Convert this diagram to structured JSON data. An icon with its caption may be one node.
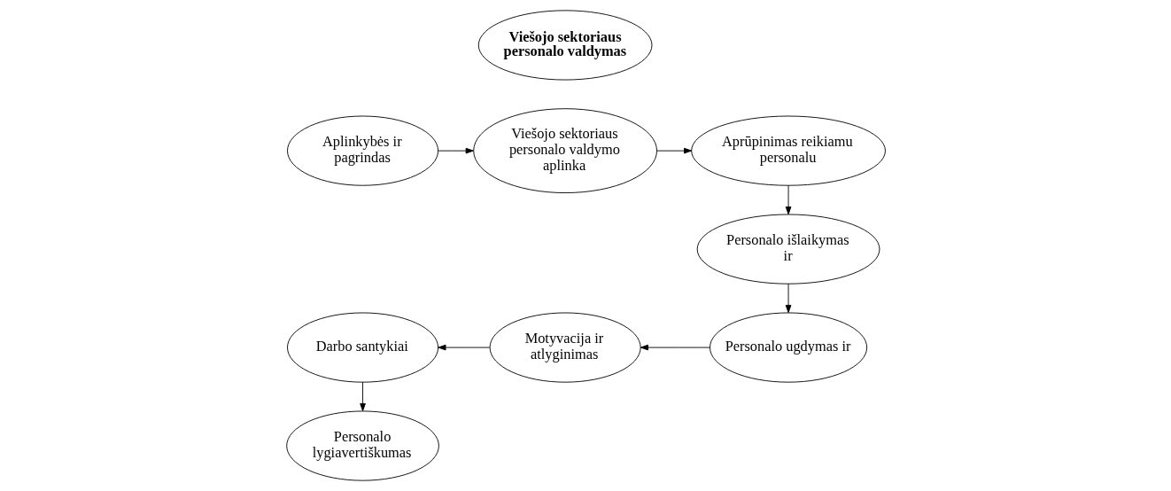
{
  "diagram": {
    "nodes": [
      {
        "text": [
          "Aplinkybės ir pagrindas"
        ]
      },
      {
        "text": [
          "Viešojo sektoriaus personalo valdymo aplinka"
        ]
      },
      {
        "text": [
          "Aprūpinimas reikiamu personalu"
        ]
      },
      {
        "text": [
          "Personalo lygiavertiškumas"
        ]
      },
      {
        "text": [
          "Viešojo sektoriaus personalo valdymas"
        ]
      },
      {
        "text": [
          "Personalo išlaikymas ir"
        ]
      },
      {
        "text": [
          "Darbo santykiai"
        ]
      },
      {
        "text": [
          "Motyvacija ir atlyginimas"
        ]
      },
      {
        "text": [
          "Personalo ugdymas ir"
        ]
      }
    ],
    "edges": [
      {
        "from": 0,
        "to": 1,
        "arrow": "to"
      },
      {
        "from": 1,
        "to": 2,
        "arrow": "to"
      },
      {
        "from": 2,
        "to": 5,
        "arrow": "to"
      },
      {
        "from": 5,
        "to": 8,
        "arrow": "to"
      },
      {
        "from": 8,
        "to": 7,
        "arrow": "to"
      },
      {
        "from": 7,
        "to": 6,
        "arrow": "to"
      },
      {
        "from": 6,
        "to": 3,
        "arrow": "to"
      }
    ]
  }
}
